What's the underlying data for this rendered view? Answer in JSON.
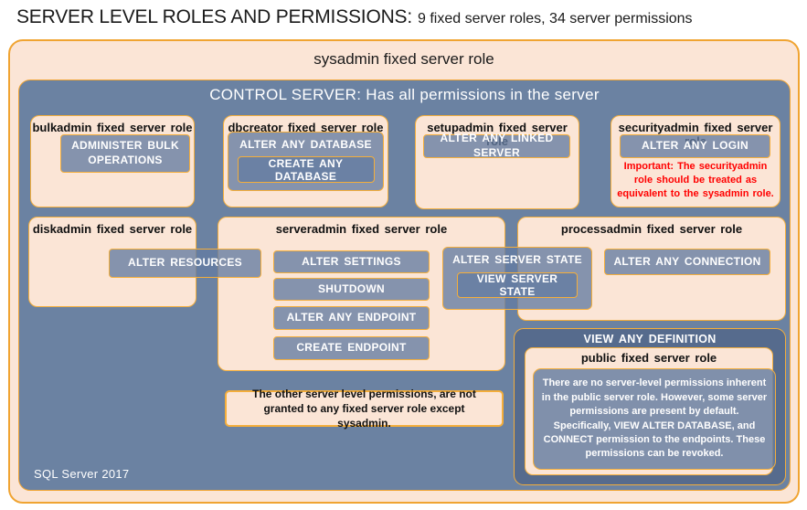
{
  "title": {
    "main": "SERVER LEVEL ROLES AND PERMISSIONS:",
    "sub": "9 fixed server roles, 34 server permissions"
  },
  "sysadmin": {
    "label": "sysadmin fixed server role"
  },
  "control_server": {
    "header": "CONTROL SERVER: Has all permissions in the server",
    "footer": "SQL Server 2017"
  },
  "roles": {
    "bulkadmin": {
      "label": "bulkadmin fixed server role",
      "perm": "ADMINISTER BULK OPERATIONS"
    },
    "dbcreator": {
      "label": "dbcreator fixed server role",
      "perm_outer": "ALTER ANY DATABASE",
      "perm_inner": "CREATE ANY DATABASE"
    },
    "setupadmin": {
      "label": "setupadmin fixed server role",
      "perm": "ALTER ANY LINKED SERVER"
    },
    "securityadmin": {
      "label": "securityadmin fixed server role",
      "perm": "ALTER ANY LOGIN",
      "warning": "Important: The securityadmin role should be treated as equivalent to the sysadmin role."
    },
    "diskadmin": {
      "label": "diskadmin fixed server role",
      "perm": "ALTER RESOURCES"
    },
    "serveradmin": {
      "label": "serveradmin fixed server role",
      "perms": [
        "ALTER SETTINGS",
        "SHUTDOWN",
        "ALTER ANY ENDPOINT",
        "CREATE ENDPOINT"
      ],
      "state_outer": "ALTER SERVER STATE",
      "state_inner": "VIEW SERVER STATE"
    },
    "processadmin": {
      "label": "processadmin fixed server role",
      "perm": "ALTER ANY CONNECTION"
    }
  },
  "public_role": {
    "banner": "VIEW ANY DEFINITION",
    "label": "public fixed server role",
    "note": "There are no server-level permissions inherent in the public server role. However, some server permissions are present by default. Specifically, VIEW ALTER DATABASE, and CONNECT permission to the endpoints. These permissions can be revoked."
  },
  "footnote": {
    "text": "The other server level permissions, are not granted to any fixed server role except sysadmin."
  },
  "colors": {
    "peach": "#FBE5D6",
    "gold_border": "#F4AE3B",
    "control_blue": "#6B82A2",
    "viewdef_blue": "#566B8D",
    "perm_slate": "#8A96AE",
    "warning_red": "#FF0000"
  }
}
